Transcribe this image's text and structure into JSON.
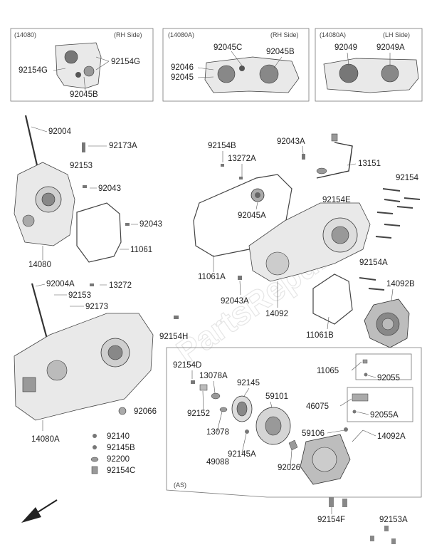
{
  "watermark": "PartsRepublik",
  "insets": [
    {
      "code": "(14080)",
      "side": "(RH Side)",
      "labels": [
        "92154G",
        "92154G",
        "92045B"
      ]
    },
    {
      "code": "(14080A)",
      "side": "(RH Side)",
      "labels": [
        "92045C",
        "92045B",
        "92046",
        "92045"
      ]
    },
    {
      "code": "(14080A)",
      "side": "(LH Side)",
      "labels": [
        "92049",
        "92049A"
      ]
    }
  ],
  "labels": {
    "p92004": "92004",
    "p92173A": "92173A",
    "p92153": "92153",
    "p92043a": "92043",
    "p92043b": "92043",
    "p11061": "11061",
    "p14080": "14080",
    "p92004A": "92004A",
    "p13272": "13272",
    "p92153b": "92153",
    "p92173": "92173",
    "p92154H": "92154H",
    "p92066": "92066",
    "p14080A": "14080A",
    "p92140": "92140",
    "p92145B": "92145B",
    "p92200": "92200",
    "p92154C": "92154C",
    "p92154B": "92154B",
    "p13272A": "13272A",
    "p92043A": "92043A",
    "p13151": "13151",
    "p92154": "92154",
    "p92154E": "92154E",
    "p92045A": "92045A",
    "p11061A": "11061A",
    "p92043A2": "92043A",
    "p14092": "14092",
    "p92154A": "92154A",
    "p14092B": "14092B",
    "p11061B": "11061B",
    "p92154D": "92154D",
    "p13078A": "13078A",
    "p92145": "92145",
    "p59101": "59101",
    "p11065": "11065",
    "p92055": "92055",
    "p46075": "46075",
    "p92055A": "92055A",
    "p92152": "92152",
    "p13078": "13078",
    "p59106": "59106",
    "p14092A": "14092A",
    "p92145A": "92145A",
    "p92026": "92026",
    "p49088": "49088",
    "pAS": "(AS)",
    "p92154F": "92154F",
    "p92153A": "92153A"
  }
}
